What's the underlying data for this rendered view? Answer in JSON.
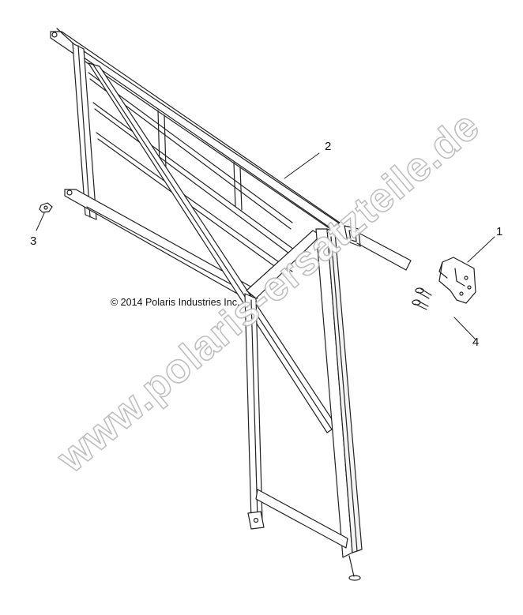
{
  "callouts": {
    "c1": "1",
    "c2": "2",
    "c3": "3",
    "c4": "4"
  },
  "copyright": "© 2014 Polaris Industries Inc.",
  "watermark": "www.polaris-ersatzteile.de"
}
